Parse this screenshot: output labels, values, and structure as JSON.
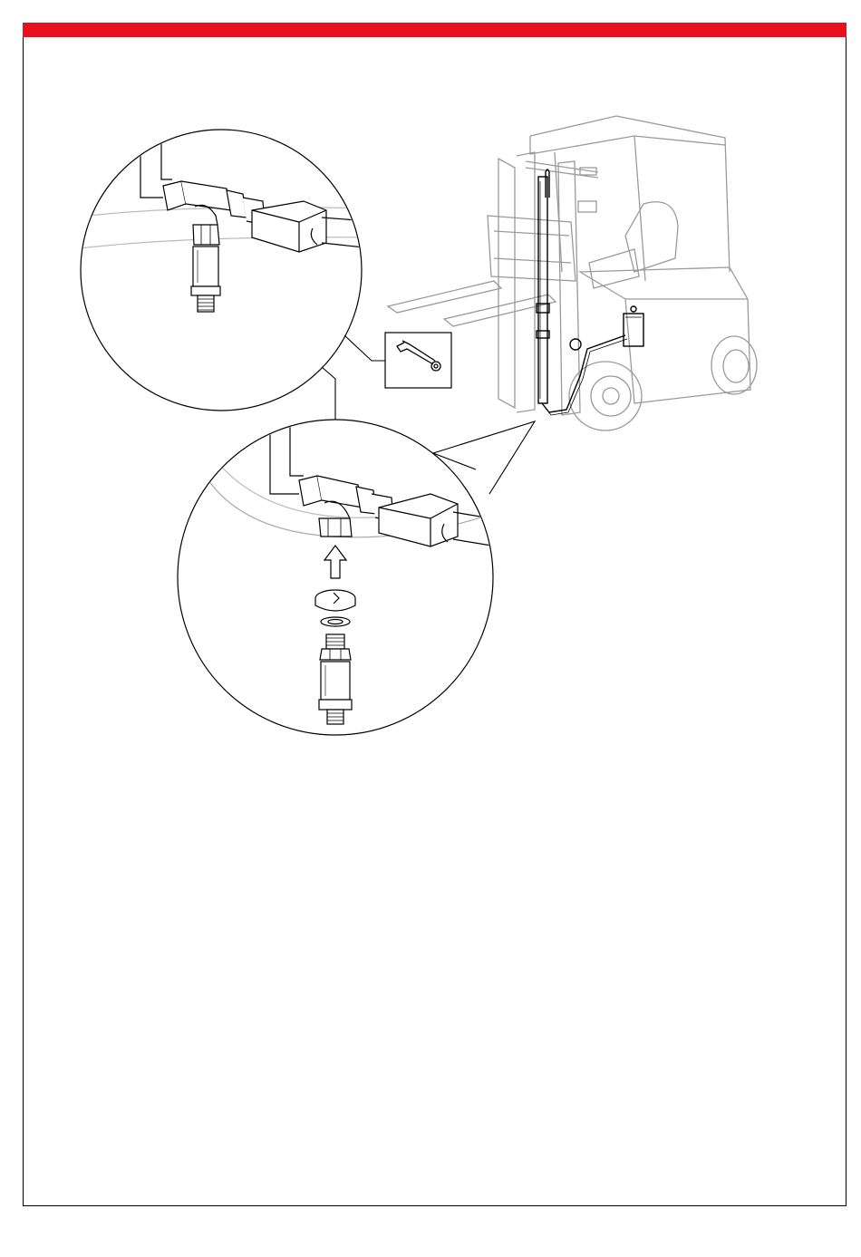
{
  "colors": {
    "header_bar": "#e8101e",
    "line": "#000000",
    "faded_line": "#9a9a9a",
    "background": "#ffffff"
  },
  "icons": {
    "tool": "open-end-wrench-icon",
    "tighten": "rotate-arrow-icon",
    "direction_up": "hollow-up-arrow-icon",
    "direction_down": "solid-down-arrow-icon"
  },
  "diagram": {
    "parts": [
      "forklift",
      "pressure-sensor",
      "hose-tee-fitting",
      "sealing-washer",
      "mounting-block",
      "sensor-cable"
    ]
  }
}
